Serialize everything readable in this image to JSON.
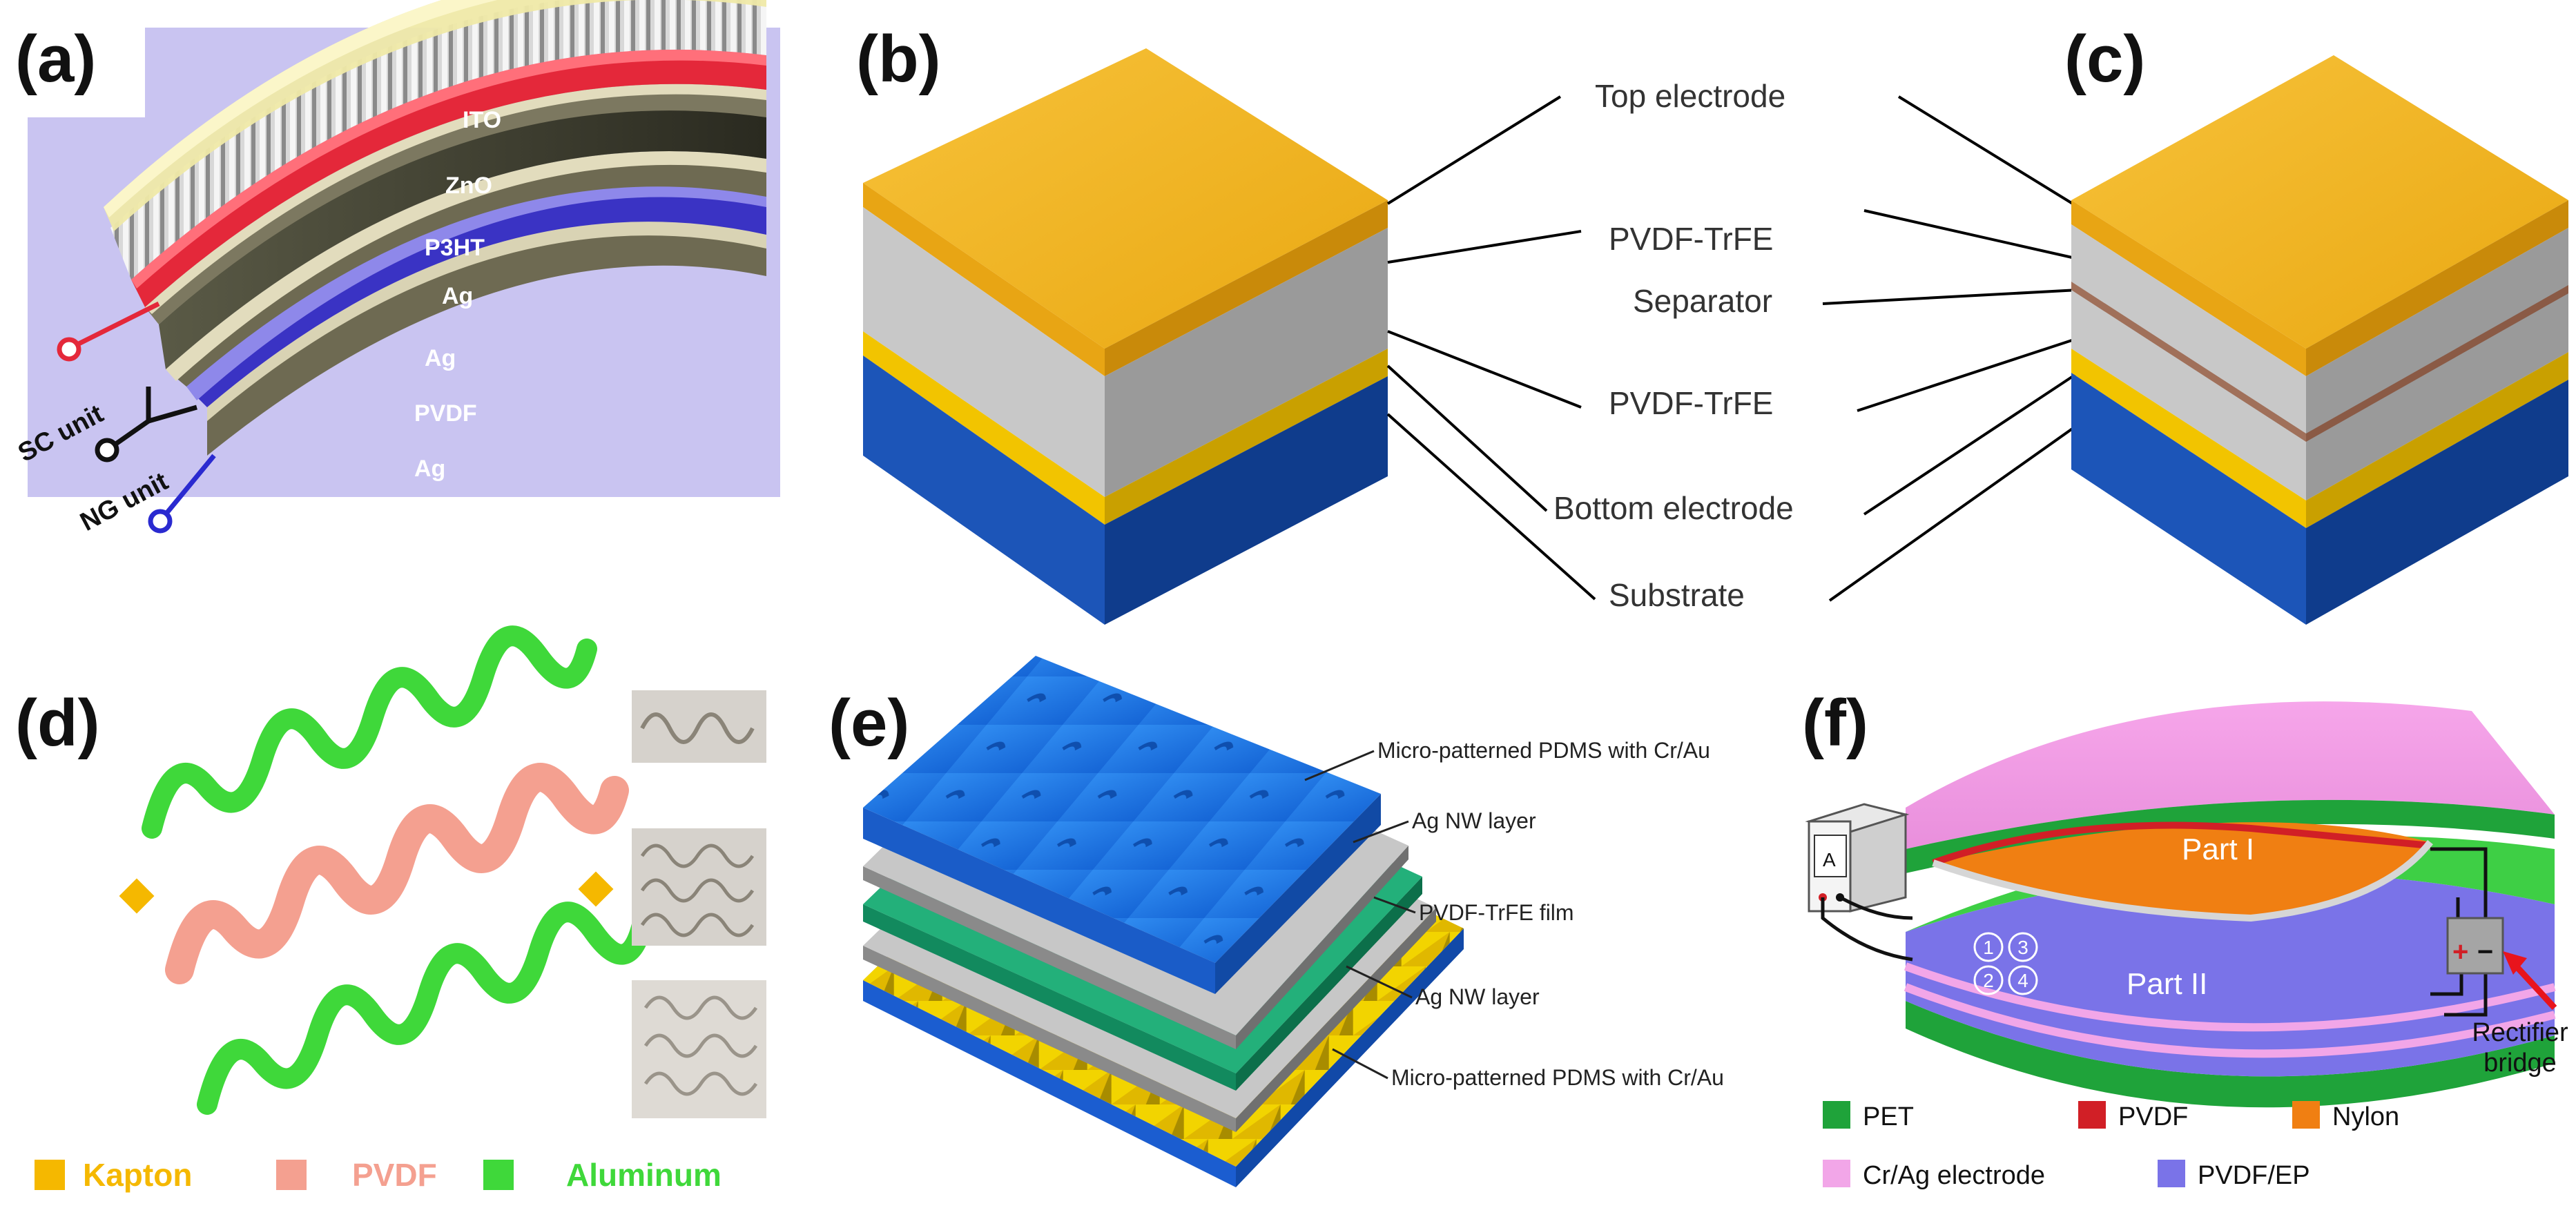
{
  "panels": {
    "a": {
      "letter": "(a)",
      "layers": [
        "ITO",
        "ZnO",
        "P3HT",
        "Ag",
        "Ag",
        "PVDF",
        "Ag"
      ],
      "units": [
        "SC unit",
        "NG unit"
      ]
    },
    "b": {
      "letter": "(b)"
    },
    "c": {
      "letter": "(c)"
    },
    "bc_labels": [
      "Top electrode",
      "PVDF-TrFE",
      "Separator",
      "PVDF-TrFE",
      "Bottom electrode",
      "Substrate"
    ],
    "d": {
      "letter": "(d)",
      "legend": [
        {
          "label": "Kapton",
          "color": "#f5b800"
        },
        {
          "label": "PVDF",
          "color": "#f4a090"
        },
        {
          "label": "Aluminum",
          "color": "#3fd83a"
        }
      ]
    },
    "e": {
      "letter": "(e)",
      "labels": [
        "Micro-patterned PDMS with Cr/Au",
        "Ag NW layer",
        "PVDF-TrFE film",
        "Ag NW layer",
        "Micro-patterned PDMS with Cr/Au"
      ]
    },
    "f": {
      "letter": "(f)",
      "parts": [
        "Part I",
        "Part II"
      ],
      "meter": "A",
      "circles": [
        "1",
        "3",
        "2",
        "4"
      ],
      "rectifier": "Rectifier bridge",
      "rectifier_lines": [
        "Rectifier",
        "bridge"
      ],
      "plus": "+",
      "minus": "−",
      "legend": [
        {
          "label": "PET",
          "color": "#1fa33a"
        },
        {
          "label": "PVDF",
          "color": "#d11f26"
        },
        {
          "label": "Nylon",
          "color": "#f07f12"
        },
        {
          "label": "Cr/Ag electrode",
          "color": "#f2a6e8"
        },
        {
          "label": "PVDF/EP",
          "color": "#7a73e8"
        }
      ]
    }
  },
  "colors": {
    "gold": "#f2b21f",
    "gray": "#bdbdbd",
    "blue": "#1b52b5",
    "lavender": "#c9c4f1"
  }
}
